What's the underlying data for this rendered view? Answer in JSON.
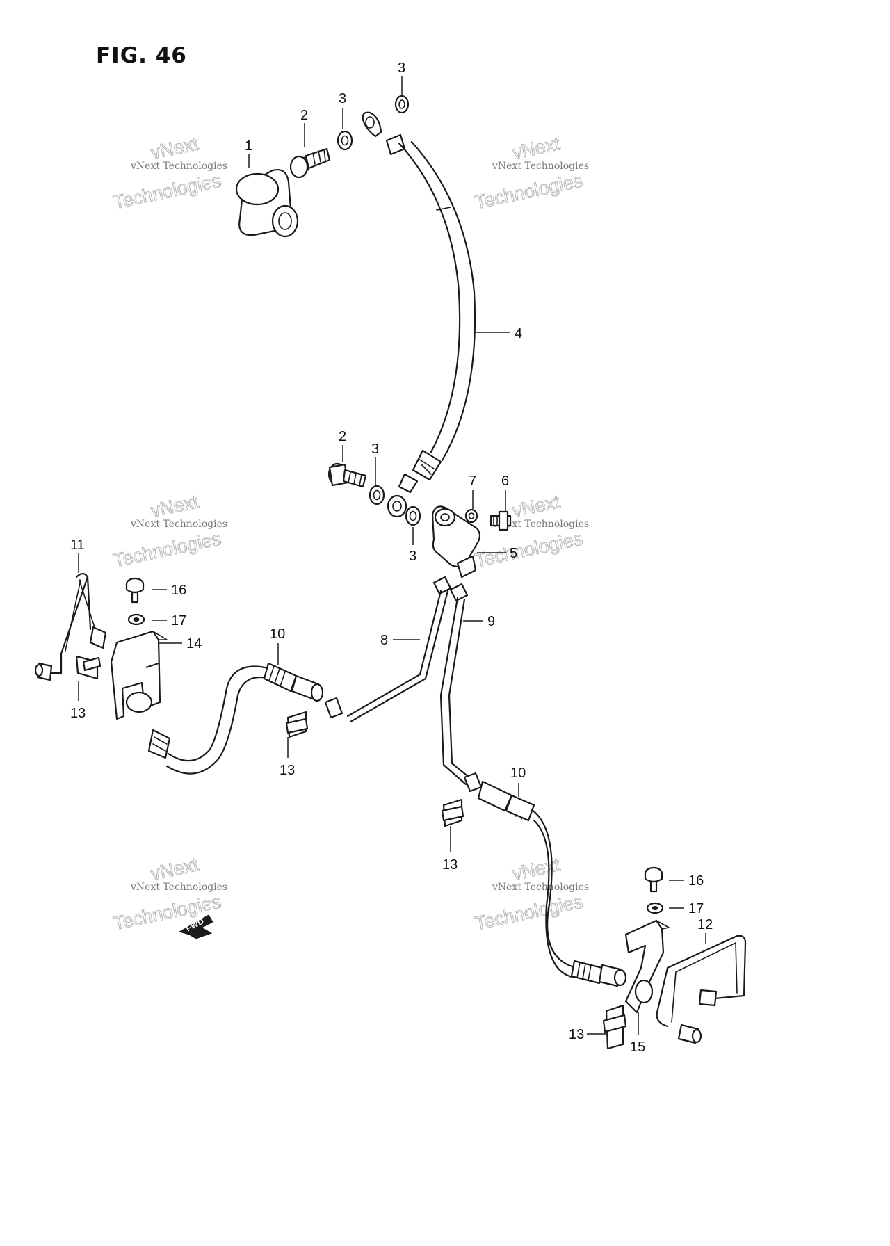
{
  "figure": {
    "title": "FIG. 46"
  },
  "watermark": {
    "line_1": "vNext",
    "line_2": "vNext Technologies",
    "line_3": "Technologies"
  },
  "direction_marker": {
    "label": "FWD"
  },
  "callouts": {
    "1": "1",
    "2": "2",
    "3": "3",
    "4": "4",
    "5": "5",
    "6": "6",
    "7": "7",
    "8": "8",
    "9": "9",
    "10": "10",
    "11": "11",
    "12": "12",
    "13": "13",
    "14": "14",
    "15": "15",
    "16": "16",
    "17": "17"
  }
}
